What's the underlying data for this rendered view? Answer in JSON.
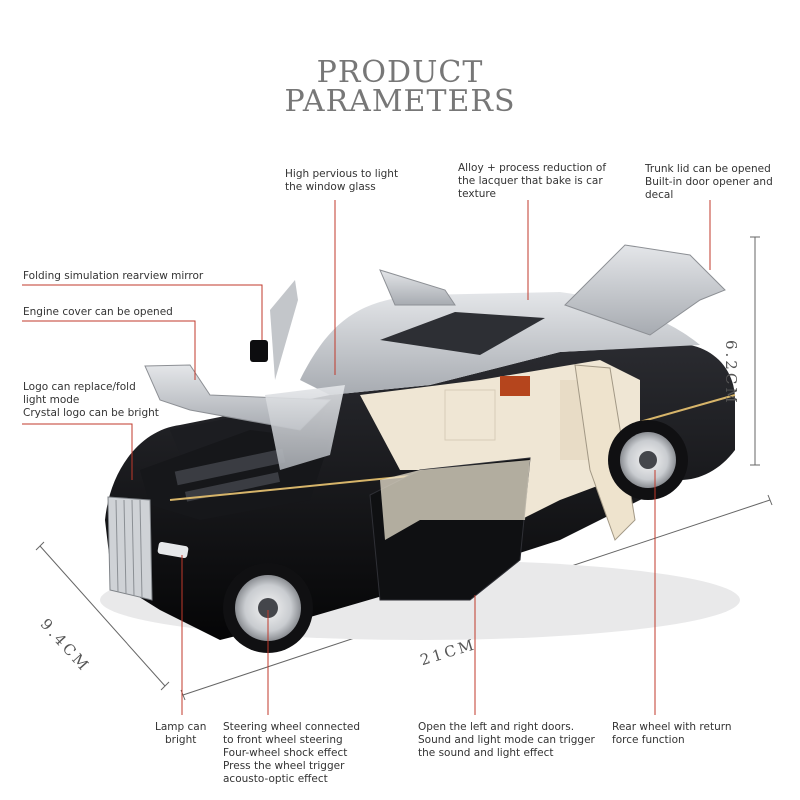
{
  "title": {
    "line1": "PRODUCT",
    "line2": "PARAMETERS"
  },
  "labels": {
    "glass": "High pervious to light\nthe window glass",
    "lacquer": "Alloy + process reduction of\nthe lacquer that bake is car\ntexture",
    "trunk": "Trunk lid can be opened\nBuilt-in door opener and\ndecal",
    "mirror": "Folding simulation rearview mirror",
    "engine": "Engine cover can be opened",
    "logo": "Logo can replace/fold\nlight mode\nCrystal logo can be bright",
    "lamp": "Lamp can\nbright",
    "steering": "Steering wheel connected\nto front wheel steering\nFour-wheel shock effect\nPress the wheel trigger\nacousto-optic effect",
    "doors": "Open the left and right doors.\nSound and light mode can trigger\nthe sound and light effect",
    "rear_wheel": "Rear wheel with return\nforce function"
  },
  "dimensions": {
    "height": "6.2CM",
    "width": "9.4CM",
    "length": "21CM"
  },
  "colors": {
    "leader_line": "#c0392b",
    "body_black": "#0c0c0e",
    "body_silver": "#c4c7cc",
    "interior": "#efe6d4",
    "interior_accent": "#b5451d"
  }
}
